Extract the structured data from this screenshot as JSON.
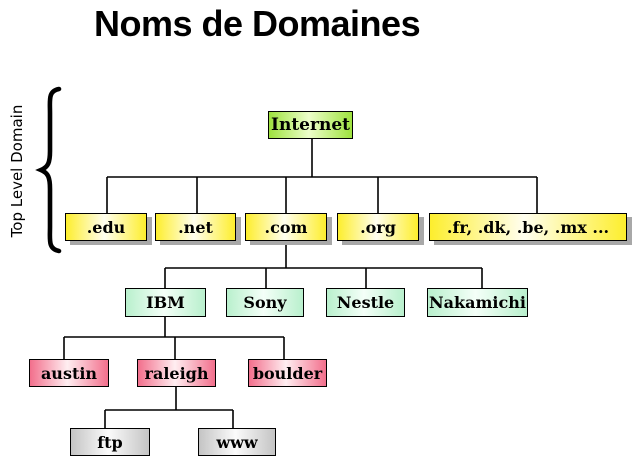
{
  "title": "Noms de Domaines",
  "side_label": "Top Level Domain",
  "colors": {
    "root_green": "#9ee23e",
    "tld_yellow": "#fdee2d",
    "company_mint": "#b9f0cd",
    "site_pink": "#f26f8c",
    "host_gray": "#c4c4c4",
    "line_black": "#000000"
  },
  "nodes": {
    "internet": {
      "label": "Internet",
      "level": "root"
    },
    "edu": {
      "label": ".edu",
      "level": "tld"
    },
    "net": {
      "label": ".net",
      "level": "tld"
    },
    "com": {
      "label": ".com",
      "level": "tld"
    },
    "org": {
      "label": ".org",
      "level": "tld"
    },
    "country": {
      "label": ".fr, .dk, .be, .mx ...",
      "level": "tld"
    },
    "ibm": {
      "label": "IBM",
      "level": "company"
    },
    "sony": {
      "label": "Sony",
      "level": "company"
    },
    "nestle": {
      "label": "Nestle",
      "level": "company"
    },
    "nakamichi": {
      "label": "Nakamichi",
      "level": "company"
    },
    "austin": {
      "label": "austin",
      "level": "site"
    },
    "raleigh": {
      "label": "raleigh",
      "level": "site"
    },
    "boulder": {
      "label": "boulder",
      "level": "site"
    },
    "ftp": {
      "label": "ftp",
      "level": "host"
    },
    "www": {
      "label": "www",
      "level": "host"
    }
  },
  "edges": [
    {
      "from": "internet",
      "to": "edu"
    },
    {
      "from": "internet",
      "to": "net"
    },
    {
      "from": "internet",
      "to": "com"
    },
    {
      "from": "internet",
      "to": "org"
    },
    {
      "from": "internet",
      "to": "country"
    },
    {
      "from": "com",
      "to": "ibm"
    },
    {
      "from": "com",
      "to": "sony"
    },
    {
      "from": "com",
      "to": "nestle"
    },
    {
      "from": "com",
      "to": "nakamichi"
    },
    {
      "from": "ibm",
      "to": "austin"
    },
    {
      "from": "ibm",
      "to": "raleigh"
    },
    {
      "from": "ibm",
      "to": "boulder"
    },
    {
      "from": "raleigh",
      "to": "ftp"
    },
    {
      "from": "raleigh",
      "to": "www"
    }
  ]
}
